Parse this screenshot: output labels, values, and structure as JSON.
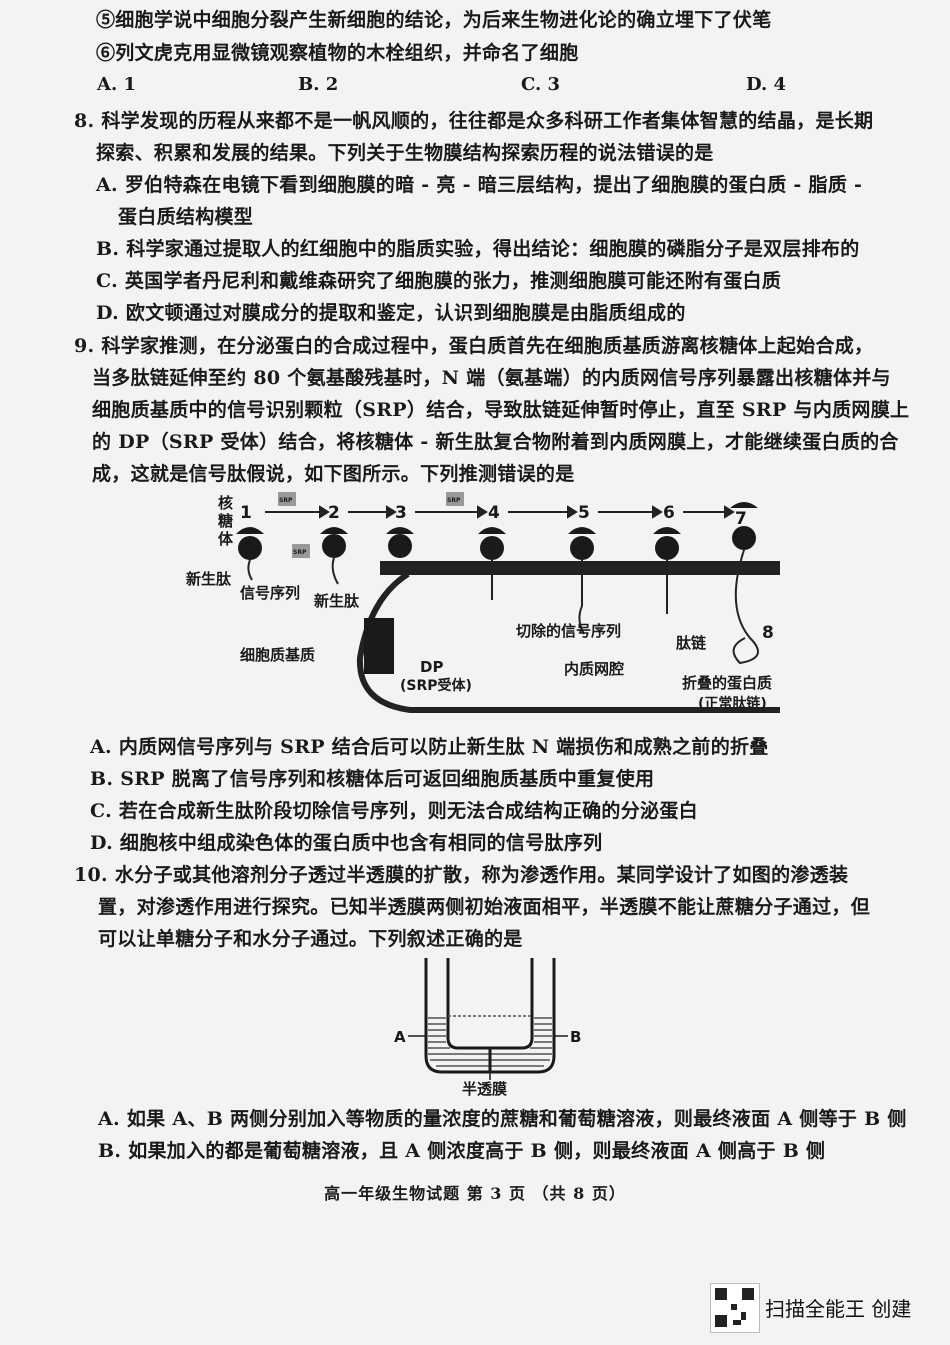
{
  "top_items": [
    "⑤细胞学说中细胞分裂产生新细胞的结论，为后来生物进化论的确立埋下了伏笔",
    "⑥列文虎克用显微镜观察植物的木栓组织，并命名了细胞"
  ],
  "q7_options": [
    "A. 1",
    "B. 2",
    "C. 3",
    "D. 4"
  ],
  "q8": {
    "stem": [
      "8. 科学发现的历程从来都不是一帆风顺的，往往都是众多科研工作者集体智慧的结晶，是长期",
      "探索、积累和发展的结果。下列关于生物膜结构探索历程的说法错误的是"
    ],
    "options": [
      "A. 罗伯特森在电镜下看到细胞膜的暗 - 亮 - 暗三层结构，提出了细胞膜的蛋白质 - 脂质 -",
      "蛋白质结构模型",
      "B. 科学家通过提取人的红细胞中的脂质实验，得出结论：细胞膜的磷脂分子是双层排布的",
      "C. 英国学者丹尼利和戴维森研究了细胞膜的张力，推测细胞膜可能还附有蛋白质",
      "D. 欧文顿通过对膜成分的提取和鉴定，认识到细胞膜是由脂质组成的"
    ]
  },
  "q9": {
    "stem": [
      "9. 科学家推测，在分泌蛋白的合成过程中，蛋白质首先在细胞质基质游离核糖体上起始合成，",
      "当多肽链延伸至约 80 个氨基酸残基时，N 端（氨基端）的内质网信号序列暴露出核糖体并与",
      "细胞质基质中的信号识别颗粒（SRP）结合，导致肽链延伸暂时停止，直至 SRP 与内质网膜上",
      "的 DP（SRP 受体）结合，将核糖体 - 新生肽复合物附着到内质网膜上，才能继续蛋白质的合",
      "成，这就是信号肽假说，如下图所示。下列推测错误的是"
    ],
    "diagram": {
      "ribosome_label": "核糖体",
      "steps": [
        "1",
        "2",
        "3",
        "4",
        "5",
        "6",
        "7",
        "8"
      ],
      "srp": "SRP",
      "nascent_peptide": "新生肽",
      "signal_sequence": "信号序列",
      "cytoplasm": "细胞质基质",
      "dp": "DP",
      "dp_note": "(SRP受体)",
      "er_lumen": "内质网腔",
      "cut_signal": "切除的信号序列",
      "peptide_chain": "肽链",
      "folded_protein": "折叠的蛋白质",
      "normal_chain": "(正常肽链)"
    },
    "options": [
      "A. 内质网信号序列与 SRP 结合后可以防止新生肽 N 端损伤和成熟之前的折叠",
      "B. SRP 脱离了信号序列和核糖体后可返回细胞质基质中重复使用",
      "C. 若在合成新生肽阶段切除信号序列，则无法合成结构正确的分泌蛋白",
      "D. 细胞核中组成染色体的蛋白质中也含有相同的信号肽序列"
    ]
  },
  "q10": {
    "stem": [
      "10. 水分子或其他溶剂分子透过半透膜的扩散，称为渗透作用。某同学设计了如图的渗透装",
      "置，对渗透作用进行探究。已知半透膜两侧初始液面相平，半透膜不能让蔗糖分子通过，但",
      "可以让单糖分子和水分子通过。下列叙述正确的是"
    ],
    "diagram": {
      "left": "A",
      "right": "B",
      "membrane": "半透膜"
    },
    "options": [
      "A. 如果 A、B 两侧分别加入等物质的量浓度的蔗糖和葡萄糖溶液，则最终液面 A 侧等于 B 侧",
      "B. 如果加入的都是葡萄糖溶液，且 A 侧浓度高于 B 侧，则最终液面 A 侧高于 B 侧"
    ]
  },
  "footer": "高一年级生物试题  第 3 页  （共 8 页）",
  "watermark": "扫描全能王 创建"
}
